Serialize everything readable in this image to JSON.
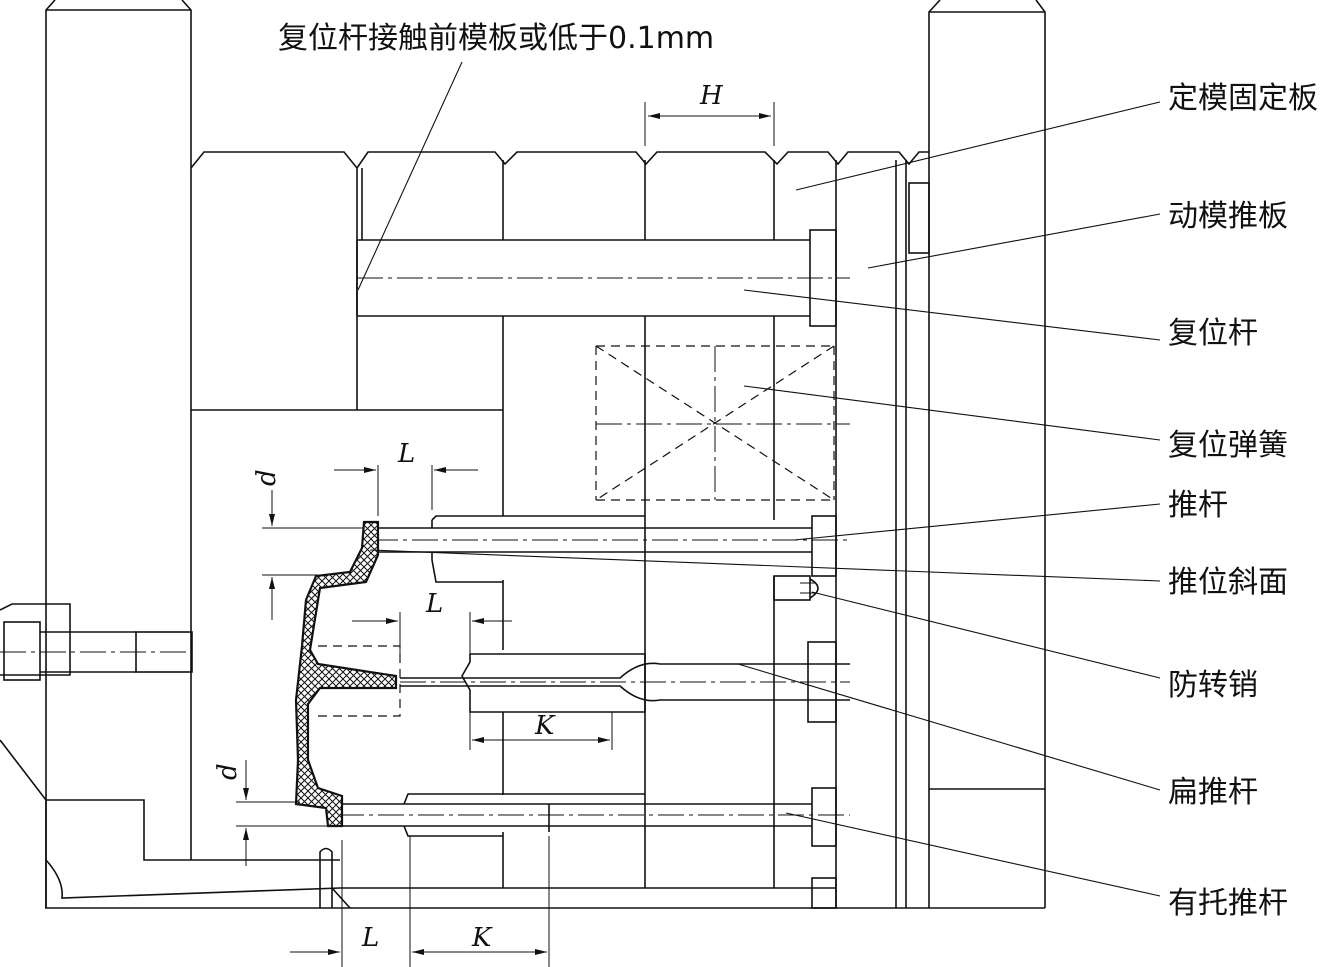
{
  "labels": {
    "top_note": "复位杆接触前模板或低于0.1mm",
    "fixed_plate": "定模固定板",
    "moving_pusher_plate": "动模推板",
    "return_pin": "复位杆",
    "return_spring": "复位弹簧",
    "ejector_pin": "推杆",
    "push_bevel": "推位斜面",
    "anti_rotation_pin": "防转销",
    "flat_ejector": "扁推杆",
    "supported_ejector": "有托推杆"
  },
  "dimensions": {
    "H": "H",
    "L": "L",
    "K": "K",
    "d": "d"
  }
}
